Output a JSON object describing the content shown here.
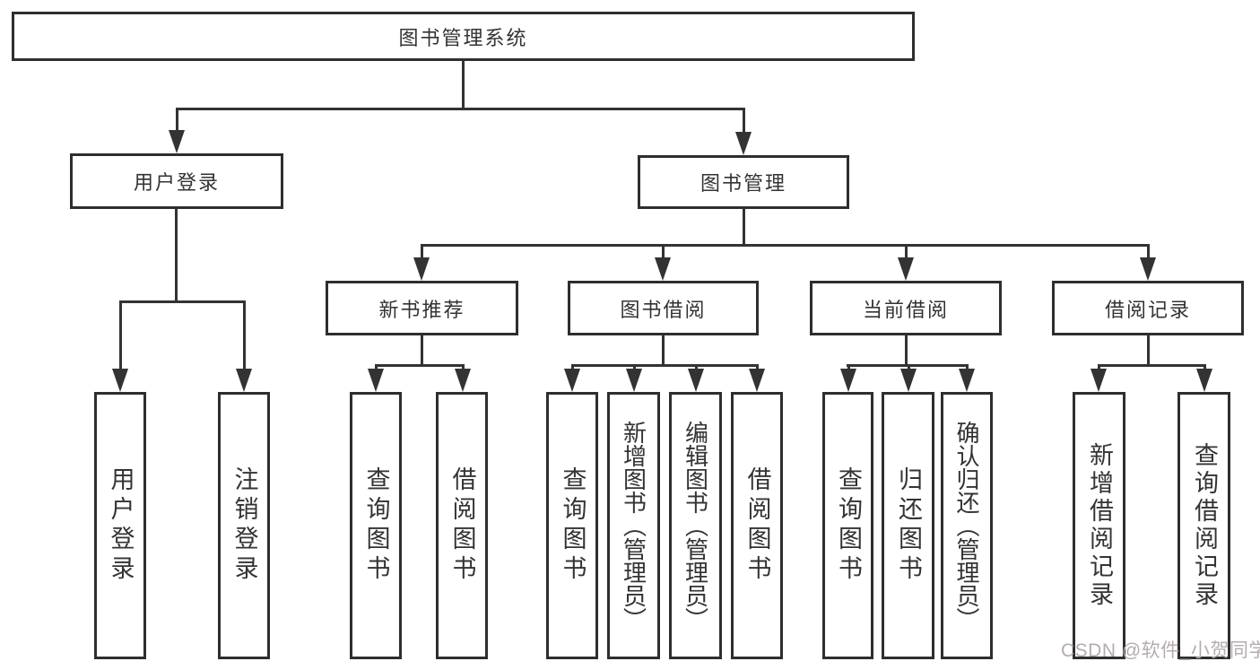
{
  "diagram": {
    "root_label": "图书管理系统",
    "level2": {
      "user_login": "用户登录",
      "book_mgmt": "图书管理"
    },
    "level3": {
      "new_books": "新书推荐",
      "borrow": "图书借阅",
      "current": "当前借阅",
      "records": "借阅记录"
    },
    "leaves": {
      "user_login": [
        "用户登录",
        "注销登录"
      ],
      "new_books": [
        "查询图书",
        "借阅图书"
      ],
      "borrow": [
        "查询图书",
        "新增图书（管理员）",
        "编辑图书（管理员）",
        "借阅图书"
      ],
      "current": [
        "查询图书",
        "归还图书",
        "确认归还（管理员）"
      ],
      "records": [
        "新增借阅记录",
        "查询借阅记录"
      ]
    }
  },
  "watermark": "CSDN @软件_小贺同学",
  "colors": {
    "line": "#333333",
    "border": "#2e2e2e",
    "text": "#333333",
    "watermark": "#b5acac",
    "background": "#ffffff"
  }
}
